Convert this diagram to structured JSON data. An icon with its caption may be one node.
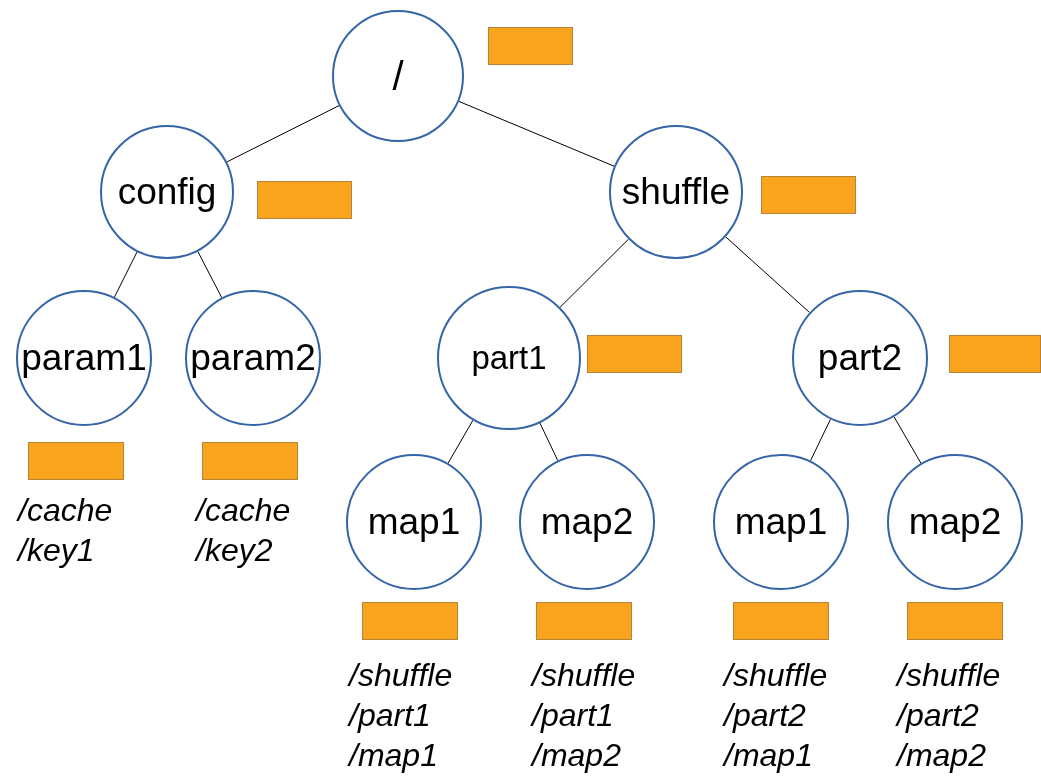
{
  "diagram": {
    "nodes": [
      {
        "text": [
          "/"
        ]
      },
      {
        "text": [],
        "shape": "box"
      },
      {
        "text": [
          "config"
        ]
      },
      {
        "text": [],
        "shape": "box"
      },
      {
        "text": [
          "shuffle"
        ]
      },
      {
        "text": [],
        "shape": "box"
      },
      {
        "text": [
          "param1"
        ]
      },
      {
        "text": [],
        "shape": "box",
        "beside": [
          "/cache /key1"
        ]
      },
      {
        "text": [
          "param2"
        ]
      },
      {
        "text": [],
        "shape": "box",
        "beside": [
          "/cache /key2"
        ]
      },
      {
        "text": [
          "part1"
        ]
      },
      {
        "text": [],
        "shape": "box"
      },
      {
        "text": [
          "part2"
        ]
      },
      {
        "text": [],
        "shape": "box"
      },
      {
        "text": [
          "map1"
        ]
      },
      {
        "text": [],
        "shape": "box",
        "beside": [
          "/shuffle /part1 /map1"
        ]
      },
      {
        "text": [
          "map2"
        ]
      },
      {
        "text": [],
        "shape": "box",
        "beside": [
          "/shuffle /part1 /map2"
        ]
      },
      {
        "text": [
          "map1"
        ]
      },
      {
        "text": [],
        "shape": "box",
        "beside": [
          "/shuffle /part2 /map1"
        ]
      },
      {
        "text": [
          "map2"
        ]
      },
      {
        "text": [],
        "shape": "box",
        "beside": [
          "/shuffle /part2 /map2"
        ]
      }
    ],
    "edges": [
      {
        "from": 0,
        "to": 2,
        "arrow": "none"
      },
      {
        "from": 0,
        "to": 4,
        "arrow": "none"
      },
      {
        "from": 2,
        "to": 6,
        "arrow": "none"
      },
      {
        "from": 2,
        "to": 8,
        "arrow": "none"
      },
      {
        "from": 4,
        "to": 10,
        "arrow": "none"
      },
      {
        "from": 4,
        "to": 12,
        "arrow": "none"
      },
      {
        "from": 10,
        "to": 14,
        "arrow": "none"
      },
      {
        "from": 10,
        "to": 16,
        "arrow": "none"
      },
      {
        "from": 12,
        "to": 18,
        "arrow": "none"
      },
      {
        "from": 12,
        "to": 20,
        "arrow": "none"
      }
    ]
  }
}
